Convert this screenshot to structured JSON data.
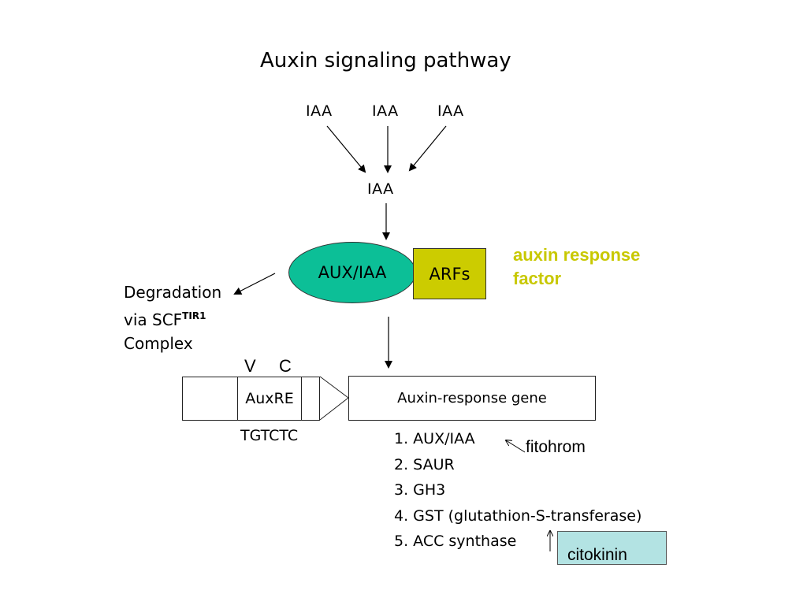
{
  "diagram": {
    "title": "Auxin signaling pathway",
    "iaa_top": [
      "IAA",
      "IAA",
      "IAA"
    ],
    "iaa_mid": "IAA",
    "aux_iaa": "AUX/IAA",
    "arfs": "ARFs",
    "arf_label": "auxin response factor",
    "degradation": {
      "line1": "Degradation",
      "line2_prefix": "via SCF",
      "line2_sup": "TIR1",
      "line3": "Complex"
    },
    "v_label": "V",
    "c_label": "C",
    "auxre": "AuxRE",
    "tgtctc": "TGTCTC",
    "gene_box": "Auxin-response gene",
    "genes": [
      "1. AUX/IAA",
      "2. SAUR",
      "3. GH3",
      "4. GST (glutathion-S-transferase)",
      "5. ACC synthase"
    ],
    "fitohrom": "fitohrom",
    "citokinin": "citokinin"
  },
  "colors": {
    "aux_iaa_fill": "#0cbf97",
    "arfs_fill": "#cccc00",
    "arf_label_text": "#c8c800",
    "citokinin_fill": "#b3e3e3"
  }
}
